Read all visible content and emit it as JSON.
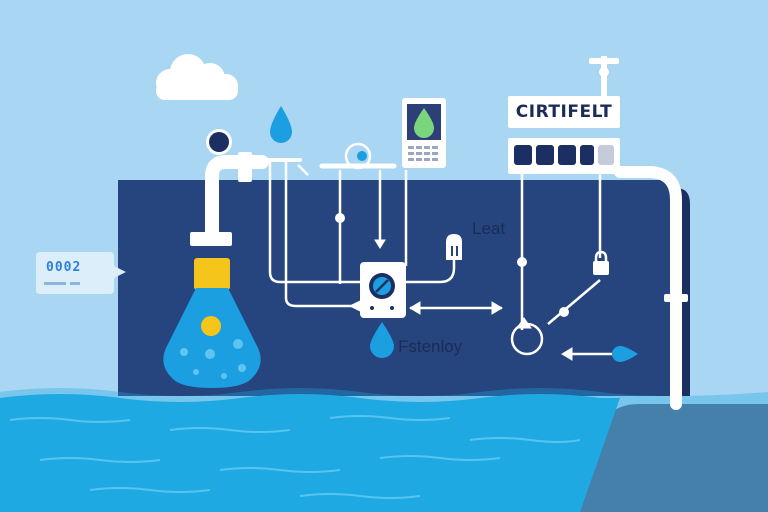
{
  "labels": {
    "certificate_title": "CIRTIFELT",
    "leak_label": "Leat",
    "flow_label": "Fstenloy",
    "meter_code": "0002"
  },
  "colors": {
    "sky": "#a9d6f2",
    "panel": "#26447e",
    "panel_edge": "#1b2f62",
    "water": "#1ea9e2",
    "pipe": "#ffffff",
    "flask": "#1b9fe0",
    "flask_neck": "#f5c51c",
    "ground": "#5a6a8c",
    "ink": "#1b2c57"
  },
  "icons": [
    "cloud-icon",
    "water-drop-icon",
    "indicator-dot-icon",
    "faucet-icon",
    "monitor-icon",
    "certificate-panel-icon",
    "valve-icon",
    "meter-badge-icon",
    "flask-icon",
    "leak-sensor-icon",
    "flow-meter-icon",
    "lock-icon",
    "junction-node-icon",
    "arrow-icon"
  ]
}
